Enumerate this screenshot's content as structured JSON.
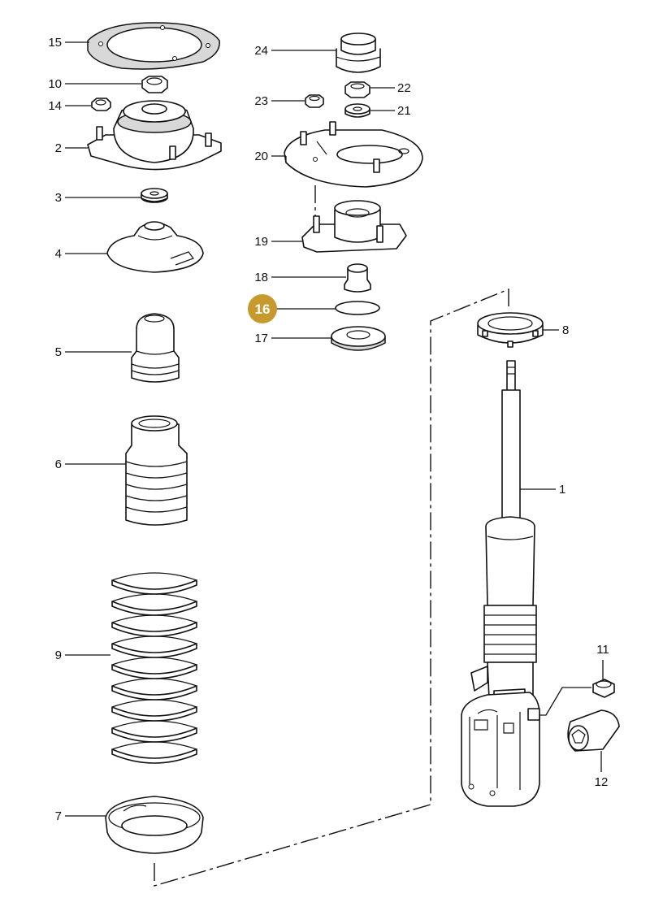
{
  "highlight_color": "#c79a2e",
  "callouts": [
    {
      "id": "c1",
      "label": "1"
    },
    {
      "id": "c2",
      "label": "2"
    },
    {
      "id": "c3",
      "label": "3"
    },
    {
      "id": "c4",
      "label": "4"
    },
    {
      "id": "c5",
      "label": "5"
    },
    {
      "id": "c6",
      "label": "6"
    },
    {
      "id": "c7",
      "label": "7"
    },
    {
      "id": "c8",
      "label": "8"
    },
    {
      "id": "c9",
      "label": "9"
    },
    {
      "id": "c10",
      "label": "10"
    },
    {
      "id": "c11",
      "label": "11"
    },
    {
      "id": "c12",
      "label": "12"
    },
    {
      "id": "c14",
      "label": "14"
    },
    {
      "id": "c15",
      "label": "15"
    },
    {
      "id": "c16",
      "label": "16",
      "highlighted": true
    },
    {
      "id": "c17",
      "label": "17"
    },
    {
      "id": "c18",
      "label": "18"
    },
    {
      "id": "c19",
      "label": "19"
    },
    {
      "id": "c20",
      "label": "20"
    },
    {
      "id": "c21",
      "label": "21"
    },
    {
      "id": "c22",
      "label": "22"
    },
    {
      "id": "c23",
      "label": "23"
    },
    {
      "id": "c24",
      "label": "24"
    }
  ]
}
